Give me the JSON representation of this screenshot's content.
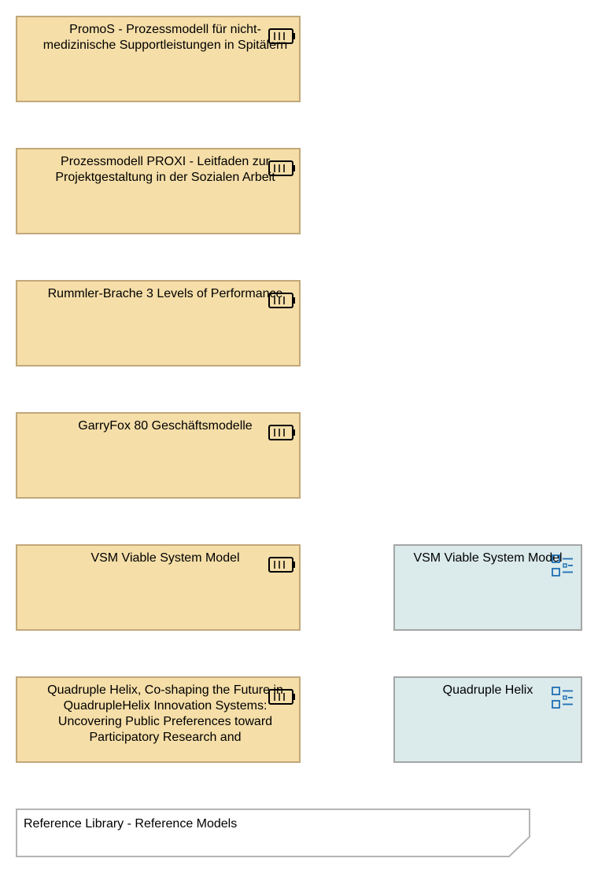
{
  "diagram": {
    "products": [
      {
        "label": "PromoS - Prozessmodell für nicht-medizinische Supportleistungen in Spitälern"
      },
      {
        "label": "Prozessmodell PROXI - Leitfaden zur Projektgestaltung in der Sozialen Arbeit"
      },
      {
        "label": "Rummler-Brache 3 Levels of Performance"
      },
      {
        "label": "GarryFox 80 Geschäftsmodelle"
      },
      {
        "label": "VSM Viable System Model"
      },
      {
        "label": "Quadruple Helix, Co-shaping the Future in QuadrupleHelix Innovation Systems: Uncovering Public Preferences toward Participatory Research and"
      }
    ],
    "groupings": [
      {
        "label": "VSM Viable System Model"
      },
      {
        "label": "Quadruple Helix"
      }
    ],
    "note": {
      "label": "Reference Library - Reference Models"
    }
  },
  "colors": {
    "product_fill": "#f5dea8",
    "product_border": "#c2a87a",
    "grouping_fill": "#dbeaeb",
    "grouping_border": "#a5a5a5",
    "icon_blue": "#1f6fb5"
  },
  "icons": {
    "product": "product-icon",
    "grouping": "representation-icon"
  }
}
